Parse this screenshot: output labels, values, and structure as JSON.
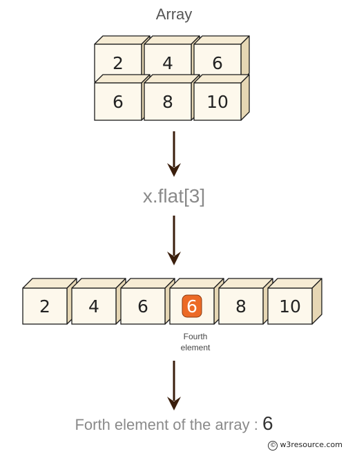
{
  "title": "Array",
  "matrix": {
    "rows": [
      [
        "2",
        "4",
        "6"
      ],
      [
        "6",
        "8",
        "10"
      ]
    ]
  },
  "operation": "x.flat[3]",
  "flattened": {
    "values": [
      "2",
      "4",
      "6",
      "6",
      "8",
      "10"
    ],
    "highlight_index": 3
  },
  "highlight_note": "Fourth\nelement",
  "result": {
    "label": "Forth element of the array :",
    "value": "6"
  },
  "credit": "w3resource.com",
  "colors": {
    "cube_face": "#fdf8ec",
    "cube_top": "#f6ecd4",
    "cube_side": "#e6d7b4",
    "cube_outline": "#1a1a1a",
    "arrow": "#3a1e0c",
    "highlight": "#ec6a26"
  }
}
